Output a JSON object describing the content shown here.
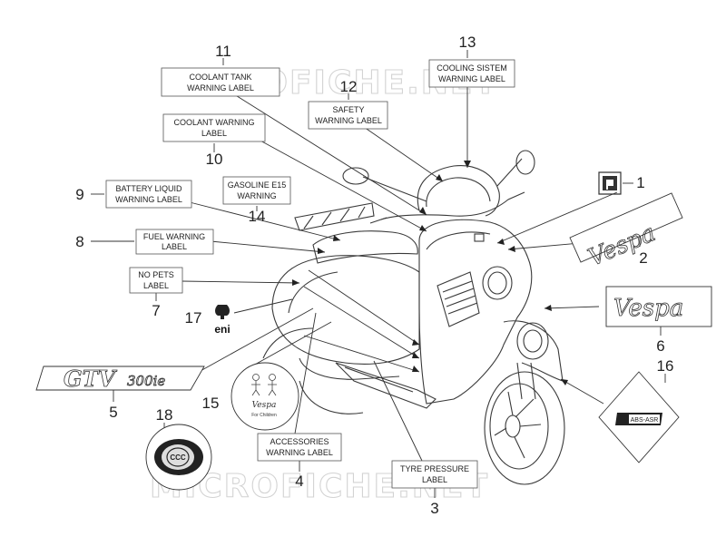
{
  "watermark": "MICROFICHE.NET",
  "parts": [
    {
      "id": "1",
      "number": "1",
      "lines": []
    },
    {
      "id": "2",
      "number": "2",
      "lines": []
    },
    {
      "id": "3",
      "number": "3",
      "lines": [
        "TYRE PRESSURE",
        "LABEL"
      ]
    },
    {
      "id": "4",
      "number": "4",
      "lines": [
        "ACCESSORIES",
        "WARNING LABEL"
      ]
    },
    {
      "id": "5",
      "number": "5",
      "lines": []
    },
    {
      "id": "6",
      "number": "6",
      "lines": []
    },
    {
      "id": "7",
      "number": "7",
      "lines": [
        "NO PETS",
        "LABEL"
      ]
    },
    {
      "id": "8",
      "number": "8",
      "lines": [
        "FUEL WARNING",
        "LABEL"
      ]
    },
    {
      "id": "9",
      "number": "9",
      "lines": [
        "BATTERY LIQUID",
        "WARNING LABEL"
      ]
    },
    {
      "id": "10",
      "number": "10",
      "lines": [
        "COOLANT WARNING",
        "LABEL"
      ]
    },
    {
      "id": "11",
      "number": "11",
      "lines": [
        "COOLANT TANK",
        "WARNING LABEL"
      ]
    },
    {
      "id": "12",
      "number": "12",
      "lines": [
        "SAFETY",
        "WARNING LABEL"
      ]
    },
    {
      "id": "13",
      "number": "13",
      "lines": [
        "COOLING SISTEM",
        "WARNING LABEL"
      ]
    },
    {
      "id": "14",
      "number": "14",
      "lines": [
        "GASOLINE E15",
        "WARNING"
      ]
    },
    {
      "id": "15",
      "number": "15",
      "lines": []
    },
    {
      "id": "16",
      "number": "16",
      "lines": []
    },
    {
      "id": "17",
      "number": "17",
      "lines": []
    },
    {
      "id": "18",
      "number": "18",
      "lines": []
    }
  ],
  "decals": {
    "vespa_logo_text": "Vespa",
    "gtv_text": "GTV",
    "gtv_model": "300ie",
    "eni_text": "eni",
    "abs_text": "ABS-ASR",
    "ccc_text": "CCC",
    "kids_brand": "Vespa",
    "kids_sub": "For Children"
  }
}
